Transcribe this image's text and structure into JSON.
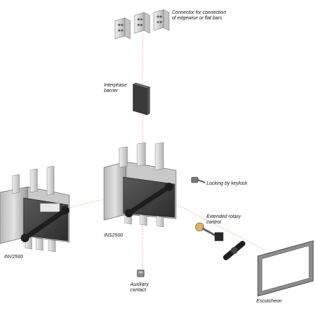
{
  "labels": {
    "connector": [
      "Connector for connection",
      "of edgewise or flat bars"
    ],
    "barrier": [
      "Interphase",
      "barrier"
    ],
    "keylock": "Locking by keylock",
    "rotary": [
      "Extended rotary",
      "control"
    ],
    "inv": "INV2500",
    "ins": "INS2500",
    "auxiliary": [
      "Auxiliary",
      "contact"
    ],
    "escutcheon": "Escutcheon"
  },
  "colors": {
    "guide_line": "#e8a060",
    "body_light": "#d8d8d8",
    "body_mid": "#a8a8a8",
    "body_dark": "#3c3c3c",
    "handle": "#2a2a2a",
    "terminal": "#e4e4e4"
  }
}
